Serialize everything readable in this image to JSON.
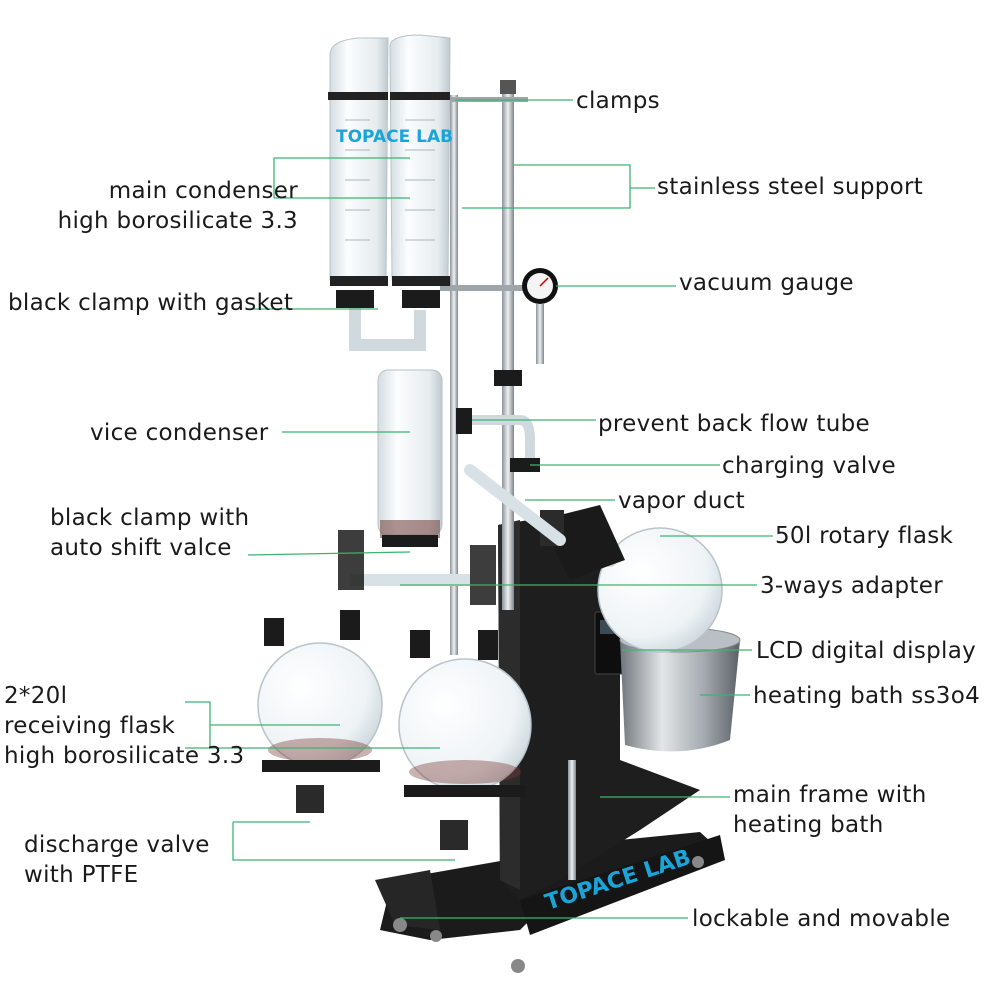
{
  "brand": {
    "prefix": "T",
    "suffix": "PACE LAB",
    "color": "#1aa5d9",
    "leaf_color": "#2fa84f"
  },
  "colors": {
    "leader_line": "#3cb371",
    "steel": "#c9ced3",
    "glass": "#e8f0f4",
    "frame": "#1c1c1c"
  },
  "labels": {
    "clamps": "clamps",
    "stainless_support": "stainless steel support",
    "main_condenser": "main condenser\nhigh borosilicate 3.3",
    "vacuum_gauge": "vacuum gauge",
    "black_clamp_gasket": "black clamp with gasket",
    "prevent_back_flow": "prevent back flow tube",
    "vice_condenser": "vice condenser",
    "charging_valve": "charging valve",
    "vapor_duct": "vapor duct",
    "black_clamp_auto": "black clamp with\nauto shift valce",
    "rotary_flask": "50l rotary flask",
    "three_ways": "3-ways adapter",
    "lcd_display": "LCD digital display",
    "receiving_flask": "2*20l\nreceiving flask\nhigh borosilicate 3.3",
    "heating_bath": "heating bath ss3o4",
    "main_frame": "main frame with\nheating bath",
    "discharge_valve": "discharge valve\nwith PTFE",
    "lockable": "lockable and movable"
  }
}
